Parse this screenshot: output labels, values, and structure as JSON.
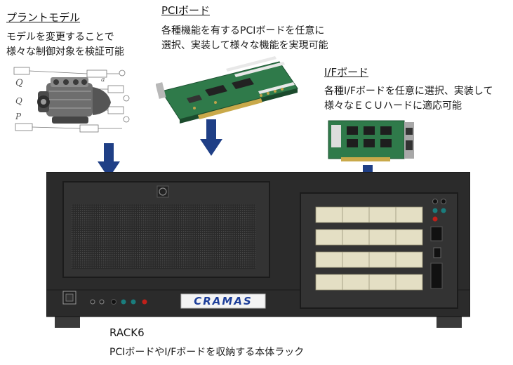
{
  "plant": {
    "title": "プラントモデル",
    "desc1": "モデルを変更することで",
    "desc2": "様々な制御対象を検証可能"
  },
  "pci": {
    "title": "PCIボード",
    "desc1": "各種機能を有するPCIボードを任意に",
    "desc2": "選択、実装して様々な機能を実現可能"
  },
  "iof": {
    "title": "I/Fボード",
    "desc1": "各種I/Fボードを任意に選択、実装して",
    "desc2": "様々なＥＣＵハードに適応可能"
  },
  "rack": {
    "title": "RACK6",
    "desc": "PCIボードやI/Fボードを収納する本体ラック",
    "logo": "CRAMAS"
  },
  "colors": {
    "arrow": "#1f3f86",
    "chassis": "#2b2b2b",
    "panel": "#333333",
    "slot": "#e4dfc4",
    "pcb": "#2f7a4a"
  },
  "icons": [
    "engine-illustration",
    "pci-board-image",
    "if-board-image",
    "down-arrow-icon",
    "power-switch",
    "led-indicator"
  ]
}
